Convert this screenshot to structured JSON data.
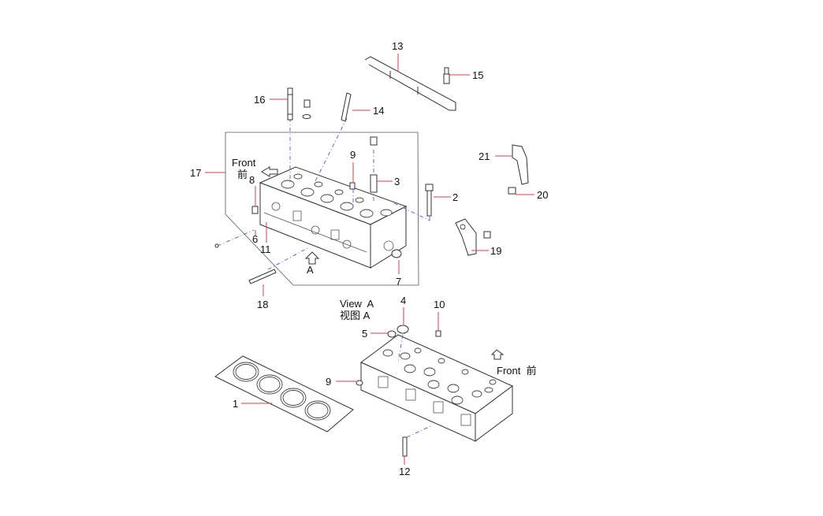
{
  "captions": {
    "front_top_en": "Front",
    "front_top_cn": "前",
    "arrow_a": "A",
    "view_a_en": "View  A",
    "view_a_cn": "视图 A",
    "front_right": "Front  前"
  },
  "callouts": {
    "c1": "1",
    "c2": "2",
    "c3": "3",
    "c4": "4",
    "c5": "5",
    "c6": "6",
    "c7": "7",
    "c8": "8",
    "c9a": "9",
    "c9b": "9",
    "c10": "10",
    "c11": "11",
    "c12": "12",
    "c13": "13",
    "c14": "14",
    "c15": "15",
    "c16": "16",
    "c17": "17",
    "c18": "18",
    "c19": "19",
    "c20": "20",
    "c21": "21"
  },
  "colors": {
    "leader": "#d2404a",
    "centerline": "#4a5fc9",
    "outline": "#333333"
  }
}
